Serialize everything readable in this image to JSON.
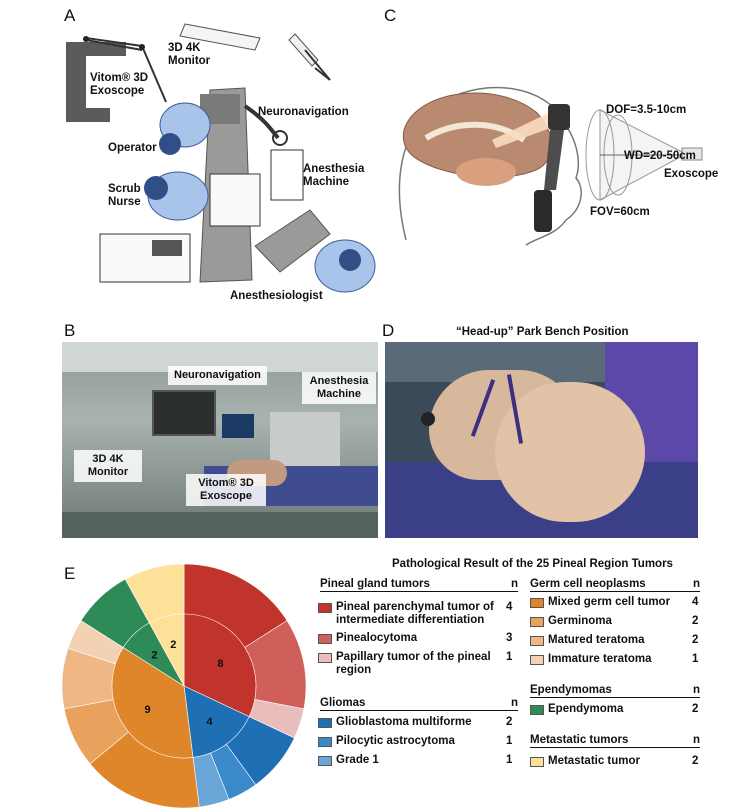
{
  "panels": {
    "A": {
      "letter": "A",
      "labels": {
        "exoscope": "Vitom® 3D Exoscope",
        "monitor": "3D 4K Monitor",
        "neuronavigation": "Neuronavigation",
        "operator": "Operator",
        "anesthesia_machine": "Anesthesia Machine",
        "scrub_nurse": "Scrub Nurse",
        "anesthesiologist": "Anesthesiologist"
      }
    },
    "B": {
      "letter": "B",
      "labels": {
        "neuronavigation": "Neuronavigation",
        "anesthesia_machine": "Anesthesia Machine",
        "monitor": "3D 4K Monitor",
        "exoscope": "Vitom® 3D Exoscope"
      }
    },
    "C": {
      "letter": "C",
      "labels": {
        "dof": "DOF=3.5-10cm",
        "wd": "WD=20-50cm",
        "exoscope": "Exoscope",
        "fov": "FOV=60cm"
      }
    },
    "D": {
      "letter": "D",
      "title": "“Head-up” Park Bench Position"
    },
    "E": {
      "letter": "E",
      "title": "Pathological Result of the 25 Pineal Region Tumors",
      "n_header": "n",
      "groups": [
        {
          "name": "Pineal gland tumors",
          "items": [
            {
              "label": "Pineal parenchymal tumor of intermediate differentiation",
              "n": "4",
              "color": "#c0342b"
            },
            {
              "label": "Pinealocytoma",
              "n": "3",
              "color": "#cf5f58"
            },
            {
              "label": "Papillary tumor of the pineal region",
              "n": "1",
              "color": "#e8bdbb"
            }
          ]
        },
        {
          "name": "Gliomas",
          "items": [
            {
              "label": "Glioblastoma multiforme",
              "n": "2",
              "color": "#1f6fb5"
            },
            {
              "label": "Pilocytic astrocytoma",
              "n": "1",
              "color": "#3a89c9"
            },
            {
              "label": "Grade 1",
              "n": "1",
              "color": "#6aa5d8"
            }
          ]
        },
        {
          "name": "Germ cell neoplasms",
          "items": [
            {
              "label": "Mixed germ cell tumor",
              "n": "4",
              "color": "#e0862a"
            },
            {
              "label": "Germinoma",
              "n": "2",
              "color": "#e9a25d"
            },
            {
              "label": "Matured teratoma",
              "n": "2",
              "color": "#eeb785"
            },
            {
              "label": "Immature teratoma",
              "n": "1",
              "color": "#f3d2b4"
            }
          ]
        },
        {
          "name": "Ependymomas",
          "items": [
            {
              "label": "Ependymoma",
              "n": "2",
              "color": "#2e8b57"
            }
          ]
        },
        {
          "name": "Metastatic tumors",
          "items": [
            {
              "label": "Metastatic tumor",
              "n": "2",
              "color": "#fde199"
            }
          ]
        }
      ]
    }
  },
  "chart_data": {
    "type": "pie",
    "title": "Pathological Result of the 25 Pineal Region Tumors",
    "inner_ring": [
      {
        "name": "Pineal gland tumors",
        "value": 8,
        "color": "#c0342b"
      },
      {
        "name": "Gliomas",
        "value": 4,
        "color": "#1f6fb5"
      },
      {
        "name": "Germ cell neoplasms",
        "value": 9,
        "color": "#e0862a"
      },
      {
        "name": "Ependymomas",
        "value": 2,
        "color": "#2e8b57"
      },
      {
        "name": "Metastatic tumors",
        "value": 2,
        "color": "#fde199"
      }
    ],
    "outer_ring": [
      {
        "name": "Pineal parenchymal tumor of intermediate differentiation",
        "value": 4,
        "color": "#c0342b"
      },
      {
        "name": "Pinealocytoma",
        "value": 3,
        "color": "#cf5f58"
      },
      {
        "name": "Papillary tumor of the pineal region",
        "value": 1,
        "color": "#e8bdbb"
      },
      {
        "name": "Glioblastoma multiforme",
        "value": 2,
        "color": "#1f6fb5"
      },
      {
        "name": "Pilocytic astrocytoma",
        "value": 1,
        "color": "#3a89c9"
      },
      {
        "name": "Grade 1",
        "value": 1,
        "color": "#6aa5d8"
      },
      {
        "name": "Mixed germ cell tumor",
        "value": 4,
        "color": "#e0862a"
      },
      {
        "name": "Germinoma",
        "value": 2,
        "color": "#e9a25d"
      },
      {
        "name": "Matured teratoma",
        "value": 2,
        "color": "#eeb785"
      },
      {
        "name": "Immature teratoma",
        "value": 1,
        "color": "#f3d2b4"
      },
      {
        "name": "Ependymoma",
        "value": 2,
        "color": "#2e8b57"
      },
      {
        "name": "Metastatic tumor",
        "value": 2,
        "color": "#fde199"
      }
    ]
  }
}
